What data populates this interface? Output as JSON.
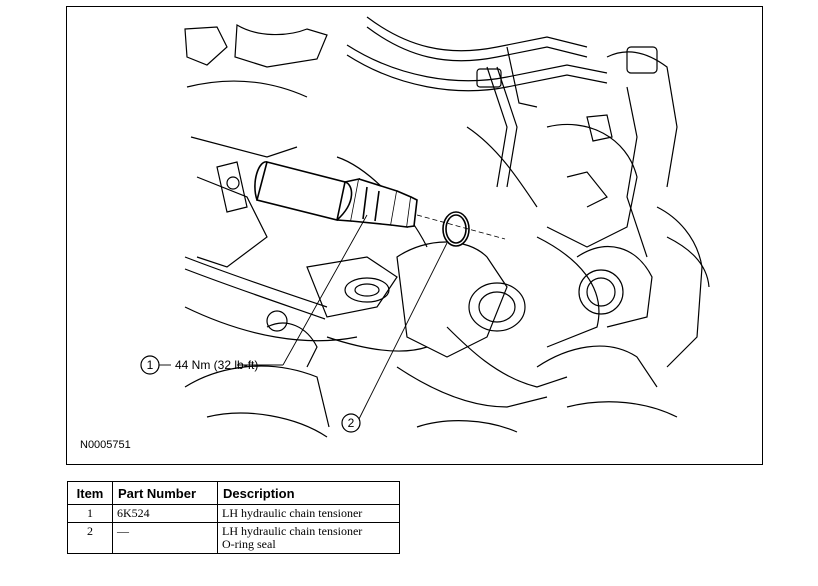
{
  "figure": {
    "id": "N0005751",
    "callouts": [
      {
        "number": "1",
        "label": "44 Nm (32 lb-ft)"
      },
      {
        "number": "2",
        "label": ""
      }
    ]
  },
  "parts_table": {
    "headers": [
      "Item",
      "Part Number",
      "Description"
    ],
    "rows": [
      {
        "item": "1",
        "part_number": "6K524",
        "description": [
          "LH hydraulic chain tensioner"
        ]
      },
      {
        "item": "2",
        "part_number": "—",
        "description": [
          "LH hydraulic chain tensioner",
          "O-ring seal"
        ]
      }
    ]
  }
}
